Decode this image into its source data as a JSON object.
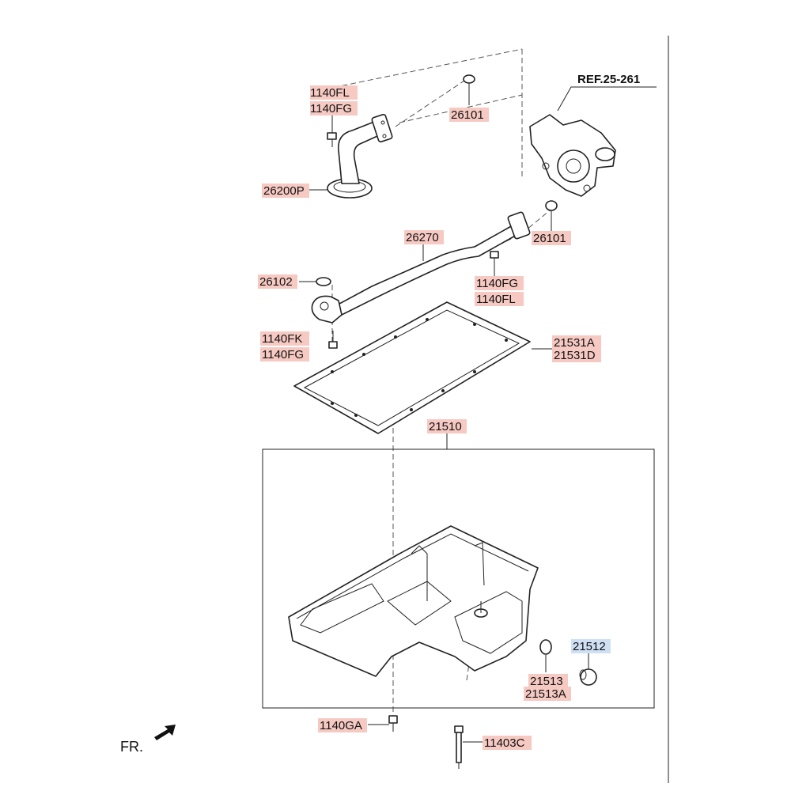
{
  "diagram": {
    "reference": "REF.25-261",
    "front_marker": "FR.",
    "parts": {
      "p_1140fl_top": "1140FL",
      "p_1140fg_top": "1140FG",
      "p_26101_top": "26101",
      "p_26200p": "26200P",
      "p_26270": "26270",
      "p_26101_mid": "26101",
      "p_26102": "26102",
      "p_1140fg_mid": "1140FG",
      "p_1140fl_mid": "1140FL",
      "p_1140fk": "1140FK",
      "p_1140fg_low": "1140FG",
      "p_21531a": "21531A",
      "p_21531d": "21531D",
      "p_21510": "21510",
      "p_21512": "21512",
      "p_21513": "21513",
      "p_21513a": "21513A",
      "p_1140ga": "1140GA",
      "p_11403c": "11403C"
    }
  }
}
